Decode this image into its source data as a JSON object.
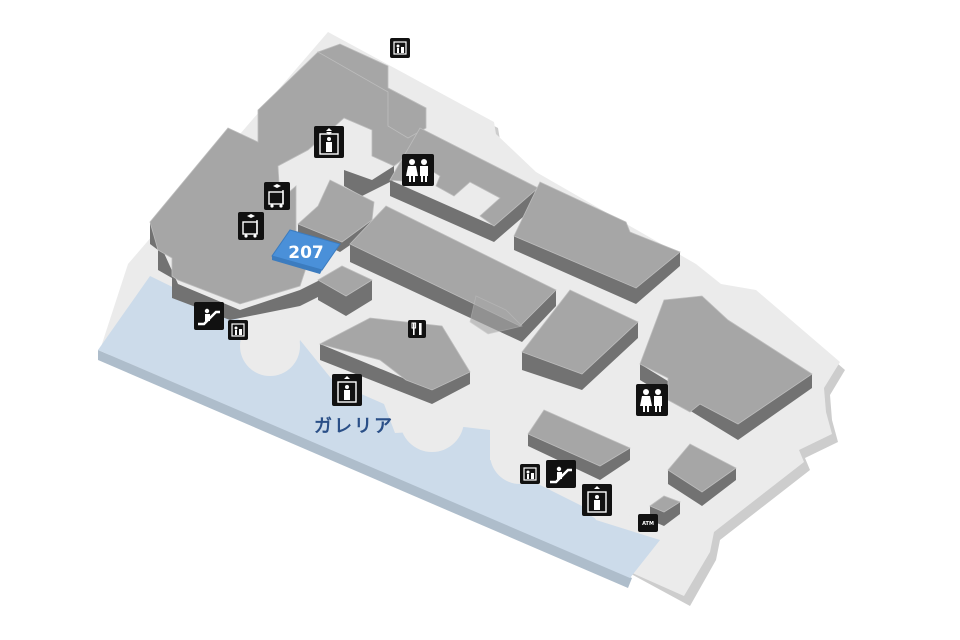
{
  "map": {
    "highlight_store": {
      "number": "207",
      "color": "#4a90d9"
    },
    "area_label": {
      "text": "ガレリア",
      "color": "#2a4f87"
    },
    "colors": {
      "floor": "#ebebeb",
      "building": "#a6a6a6",
      "building_side": "#727272",
      "galleria": "#ccdbea",
      "icon": "#111111"
    },
    "facilities": [
      {
        "type": "baby-room",
        "icon": "baby-room-icon"
      },
      {
        "type": "elevator",
        "icon": "elevator-icon"
      },
      {
        "type": "restroom",
        "icon": "restroom-icon"
      },
      {
        "type": "cart-storage",
        "icon": "cart-icon"
      },
      {
        "type": "escalator",
        "icon": "escalator-icon"
      },
      {
        "type": "restaurant",
        "icon": "restaurant-icon"
      },
      {
        "type": "atm",
        "icon": "atm-icon",
        "label": "ATM"
      }
    ]
  }
}
